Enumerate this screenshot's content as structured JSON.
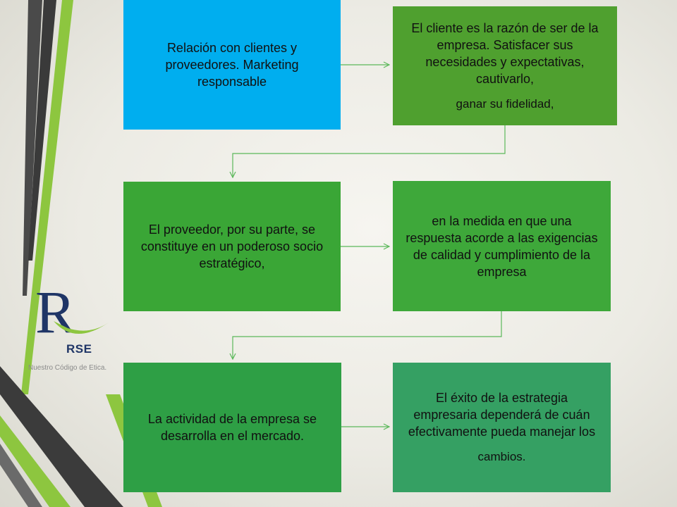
{
  "boxes": [
    {
      "line1": "Relación con clientes y proveedores.  Marketing responsable",
      "line2": "",
      "color": "#00aeef"
    },
    {
      "line1": "El cliente es la razón de ser de la empresa. Satisfacer sus necesidades y expectativas, cautivarlo,",
      "line2": "ganar su fidelidad,",
      "color": "#4fa02f"
    },
    {
      "line1": "El proveedor,  por su parte, se constituye en un poderoso  socio estratégico,",
      "line2": "",
      "color": "#3aa636"
    },
    {
      "line1": "en la medida en que una respuesta acorde a las exigencias de calidad y cumplimiento de la empresa",
      "line2": "",
      "color": "#3ea83a"
    },
    {
      "line1": "La actividad de la empresa se desarrolla en el mercado.",
      "line2": "",
      "color": "#2e9f45"
    },
    {
      "line1": "El éxito de la estrategia empresaria dependerá de cuán efectivamente pueda manejar los",
      "line2": "cambios.",
      "color": "#35a063"
    }
  ],
  "logo": {
    "letter": "R",
    "label": "RSE",
    "tagline": "Nuestro Código de Etica."
  },
  "colors": {
    "connector": "#5bb85a",
    "stripe_dark": "#3f3f3f",
    "stripe_green": "#8dc63f"
  }
}
